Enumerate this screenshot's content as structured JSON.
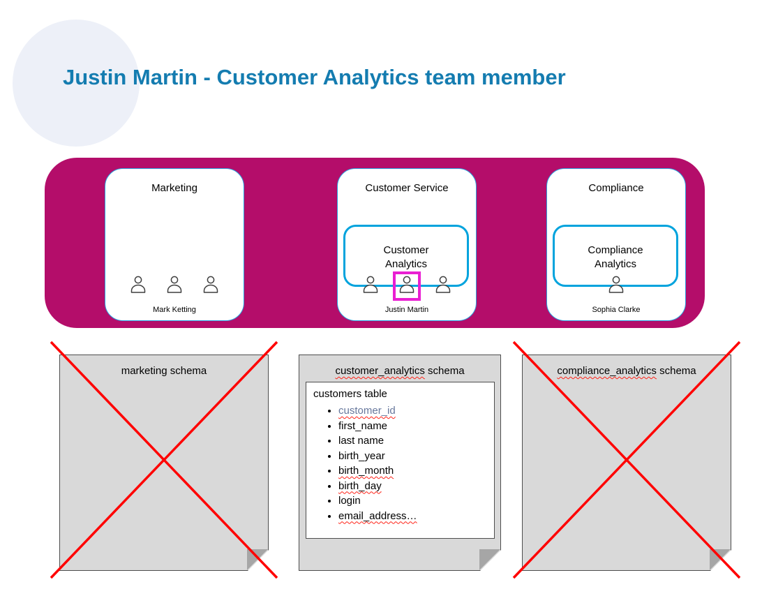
{
  "header": {
    "title": "Justin Martin - Customer Analytics team member"
  },
  "org": {
    "departments": [
      {
        "label": "Marketing",
        "member": "Mark Ketting"
      },
      {
        "label": "Customer Service",
        "team": "Customer Analytics",
        "member": "Justin Martin"
      },
      {
        "label": "Compliance",
        "team": "Compliance Analytics",
        "member": "Sophia Clarke"
      }
    ]
  },
  "schemas": [
    {
      "name": "marketing",
      "suffix": " schema",
      "crossed_out": true
    },
    {
      "name": "customer_analytics",
      "suffix": " schema",
      "crossed_out": false,
      "table": {
        "title": "customers table",
        "columns": [
          "customer_id",
          "first_name",
          "last name",
          "birth_year",
          "birth_month",
          "birth_day",
          "login",
          "email_address…"
        ]
      }
    },
    {
      "name": "compliance_analytics",
      "suffix": " schema",
      "crossed_out": true
    }
  ],
  "icons": {
    "person": "person-icon",
    "fold": "folded-corner-icon",
    "cross": "red-cross-icon"
  },
  "colors": {
    "title_blue": "#147cb0",
    "band_magenta": "#b40d6a",
    "team_border_cyan": "#00a3dd",
    "dept_border_blue": "#2aa2df",
    "highlight_magenta": "#e91fd2",
    "cross_red": "#ff0000",
    "note_gray": "#d9d9d9",
    "identifier_blue": "#66779c"
  }
}
